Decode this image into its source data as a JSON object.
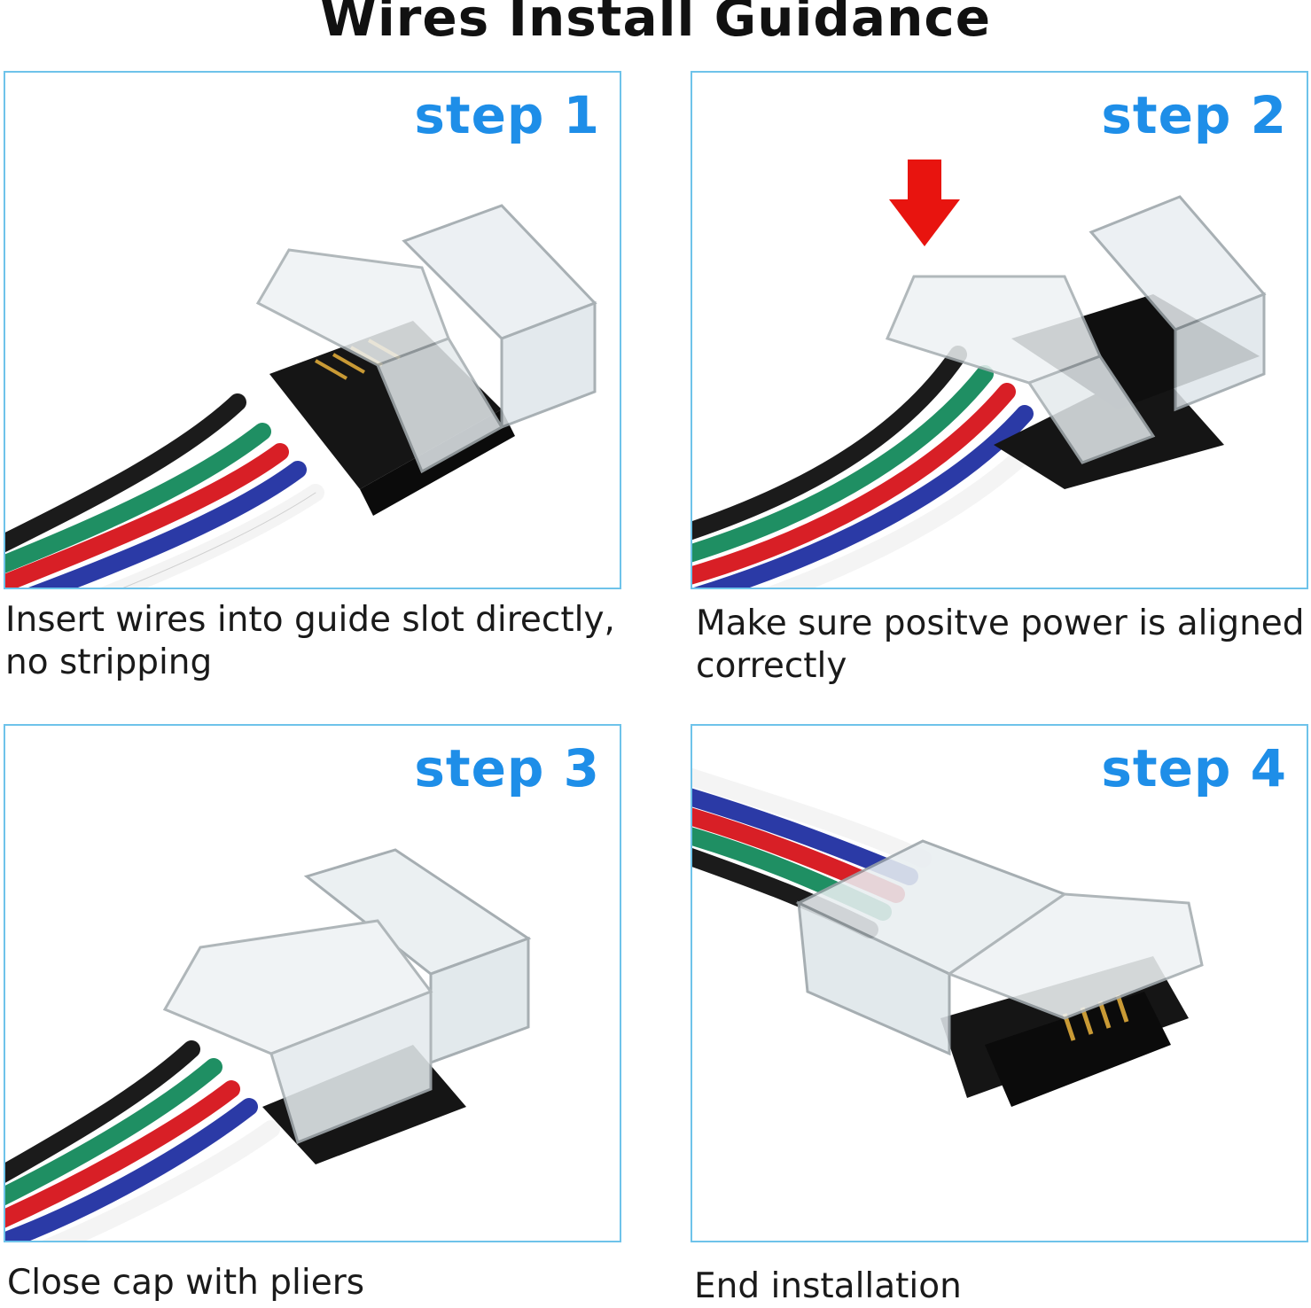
{
  "title": "Wires Install Guidance",
  "colors": {
    "panel_border": "#6ec3ea",
    "step_text": "#1e8ee8",
    "arrow": "#e8140f",
    "wire_black": "#1b1b1b",
    "wire_green": "#1f8f63",
    "wire_red": "#d81f26",
    "wire_blue": "#2b3aa6",
    "wire_white": "#f4f4f4"
  },
  "steps": [
    {
      "label": "step 1",
      "caption_line1": "Insert wires into guide slot directly,",
      "caption_line2": "no stripping",
      "image": "open-connector-with-loose-wires"
    },
    {
      "label": "step 2",
      "caption_line1": "Make sure positve power is aligned",
      "caption_line2": "correctly",
      "image": "wires-inserted-press-down-arrow"
    },
    {
      "label": "step 3",
      "caption_line1": "Close cap with pliers",
      "caption_line2": "",
      "image": "closed-connector"
    },
    {
      "label": "step 4",
      "caption_line1": "End installation",
      "caption_line2": "",
      "image": "installed-connector-front"
    }
  ]
}
